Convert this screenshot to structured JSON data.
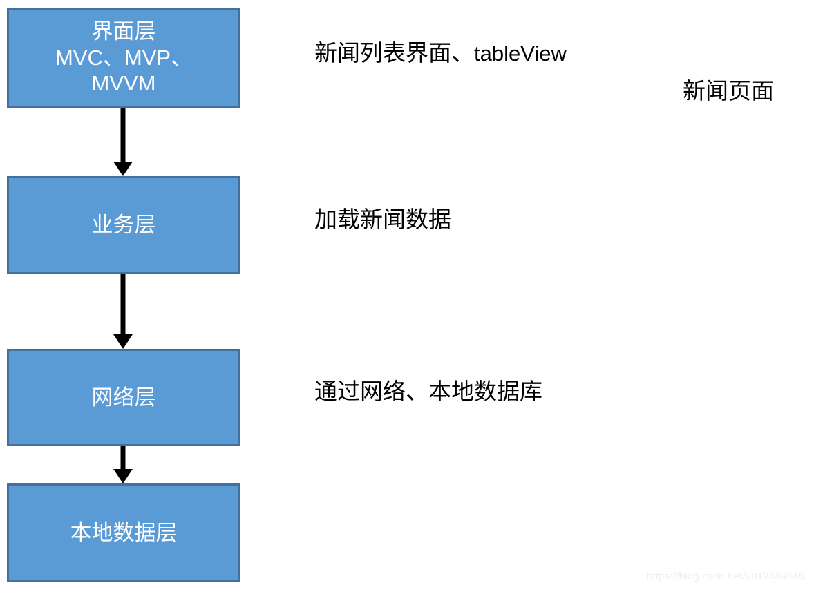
{
  "diagram": {
    "title": "News app layered architecture flow",
    "colors": {
      "box_fill": "#5B9BD5",
      "box_border": "#41719C",
      "box_text": "#FFFFFF",
      "arrow": "#000000",
      "annotation_text": "#000000",
      "background": "#FFFFFF",
      "watermark": "#ECEFF1"
    },
    "boxes": [
      {
        "id": "ui-layer",
        "title": "界面层",
        "subtitle": "MVC、MVP、",
        "subtitle2": "MVVM"
      },
      {
        "id": "business-layer",
        "title": "业务层"
      },
      {
        "id": "network-layer",
        "title": "网络层"
      },
      {
        "id": "local-data-layer",
        "title": "本地数据层"
      }
    ],
    "annotations": [
      {
        "id": "ui-note",
        "cn": "新闻列表界面、",
        "latin": "tableView"
      },
      {
        "id": "page-note",
        "cn": "新闻页面"
      },
      {
        "id": "business-note",
        "cn": "加载新闻数据"
      },
      {
        "id": "network-note",
        "cn": "通过网络、本地数据库"
      }
    ],
    "arrows": [
      {
        "id": "arrow-ui-to-business",
        "from": "ui-layer",
        "to": "business-layer"
      },
      {
        "id": "arrow-business-to-network",
        "from": "business-layer",
        "to": "network-layer"
      },
      {
        "id": "arrow-network-to-local",
        "from": "network-layer",
        "to": "local-data-layer"
      }
    ],
    "watermark": "https://blog.csdn.net/u012439446"
  }
}
